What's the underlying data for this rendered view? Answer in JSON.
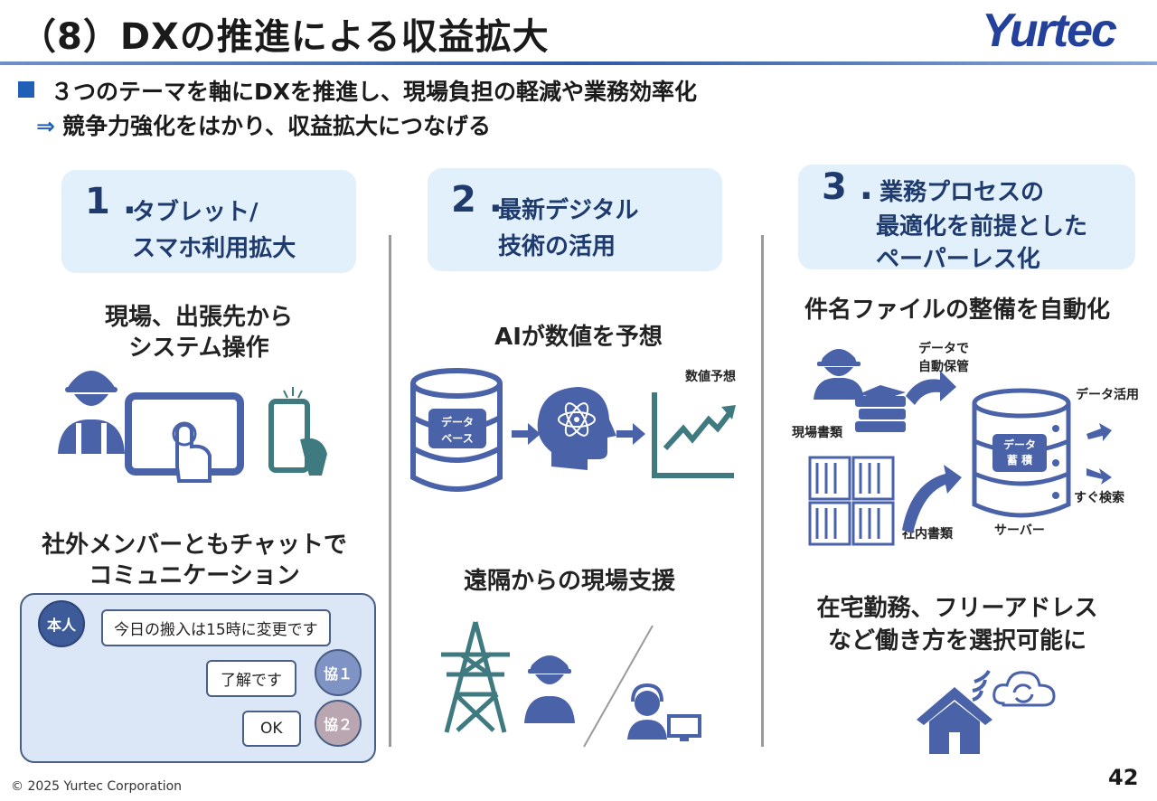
{
  "header": {
    "title": "（8）DXの推進による収益拡大",
    "logo_text": "Yurtec"
  },
  "summary": {
    "line1": "３つのテーマを軸にDXを推進し、現場負担の軽減や業務効率化",
    "line2_arrow": "⇒",
    "line2": "競争力強化をはかり、収益拡大につなげる"
  },
  "themes": [
    {
      "number": "1 .",
      "label_line1": "タブレット/",
      "label_line2": "スマホ利用拡大",
      "heading1_line1": "現場、出張先から",
      "heading1_line2": "システム操作",
      "heading2_line1": "社外メンバーともチャットで",
      "heading2_line2": "コミュニケーション",
      "chat": [
        {
          "speaker": "本人",
          "message": "今日の搬入は15時に変更です"
        },
        {
          "speaker": "協１",
          "message": "了解です"
        },
        {
          "speaker": "協２",
          "message": "OK"
        }
      ]
    },
    {
      "number": "2 .",
      "label_line1": "最新デジタル",
      "label_line2": "技術の活用",
      "heading1": "AIが数値を予想",
      "db_label_line1": "データ",
      "db_label_line2": "ベース",
      "forecast_label": "数値予想",
      "heading2": "遠隔からの現場支援"
    },
    {
      "number": "3 .",
      "label_line1": "業務プロセスの",
      "label_line2": "最適化を前提とした",
      "label_line3": "ペーパーレス化",
      "heading1": "件名ファイルの整備を自動化",
      "auto_store_line1": "データで",
      "auto_store_line2": "自動保管",
      "field_docs": "現場書類",
      "internal_docs": "社内書類",
      "server_label": "サーバー",
      "store_label_line1": "データ",
      "store_label_line2": "蓄 積",
      "use_label": "データ活用",
      "search_label": "すぐ検索",
      "heading2_line1": "在宅勤務、フリーアドレス",
      "heading2_line2": "など働き方を選択可能に"
    }
  ],
  "footer": {
    "copyright": "© 2025 Yurtec Corporation",
    "page_number": "42"
  },
  "colors": {
    "icon_blue": "#4a62a8",
    "icon_teal": "#3f7a80",
    "theme_bg": "#e1f0fb",
    "accent": "#1f5fb8",
    "avatar_self": "#3d5a99",
    "avatar_p1": "#7f93c4",
    "avatar_p2": "#b9a6b0"
  }
}
